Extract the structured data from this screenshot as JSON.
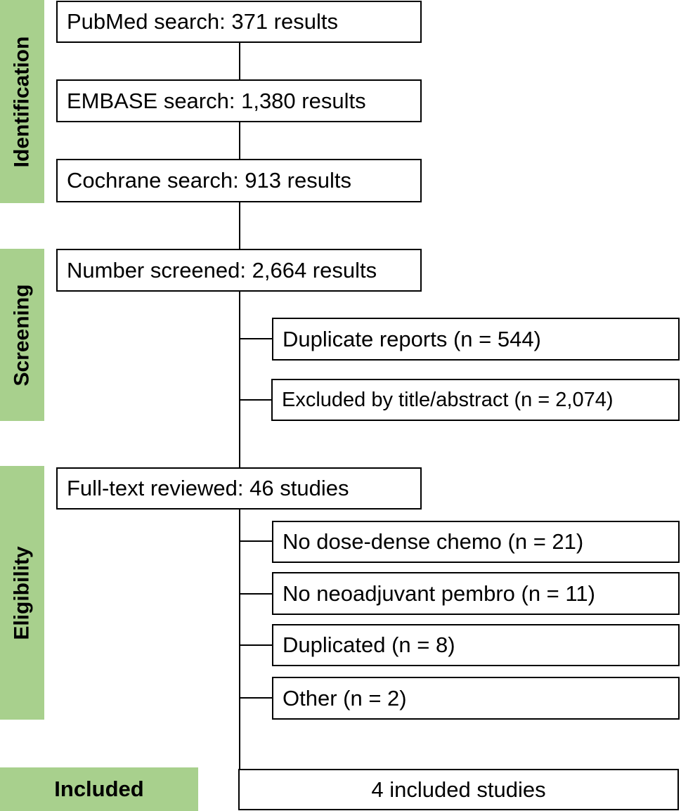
{
  "stages": {
    "identification": "Identification",
    "screening": "Screening",
    "eligibility": "Eligibility",
    "included": "Included"
  },
  "identification": {
    "pubmed": "PubMed search: 371 results",
    "embase": "EMBASE search: 1,380 results",
    "cochrane": "Cochrane search: 913 results"
  },
  "screening": {
    "screened": "Number screened: 2,664 results",
    "exclusions": [
      "Duplicate reports (n = 544)",
      "Excluded by title/abstract (n = 2,074)"
    ]
  },
  "eligibility": {
    "reviewed": "Full-text reviewed: 46 studies",
    "exclusions": [
      "No dose-dense chemo (n = 21)",
      "No neoadjuvant pembro (n = 11)",
      "Duplicated (n = 8)",
      "Other (n = 2)"
    ]
  },
  "included": {
    "result": "4 included studies"
  },
  "colors": {
    "stage_fill": "#a8d08d",
    "box_border": "#000000",
    "line": "#000000"
  }
}
